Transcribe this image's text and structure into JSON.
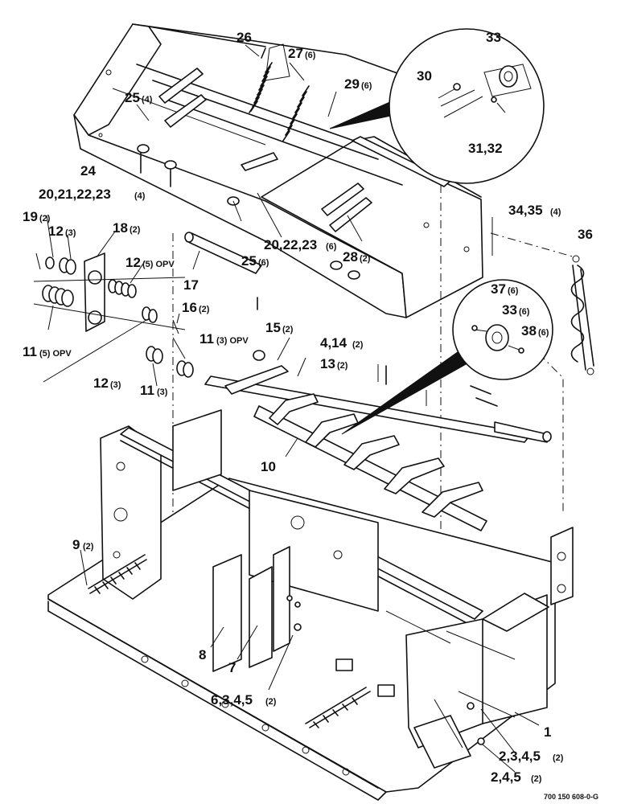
{
  "diagram": {
    "document_code": "700 150 608-0-G",
    "callouts": [
      {
        "id": "c26",
        "label": "26",
        "qty": ""
      },
      {
        "id": "c27",
        "label": "27",
        "qty": "(6)"
      },
      {
        "id": "c29",
        "label": "29",
        "qty": "(6)"
      },
      {
        "id": "c25a",
        "label": "25",
        "qty": "(4)"
      },
      {
        "id": "c24",
        "label": "24",
        "qty": ""
      },
      {
        "id": "c20a",
        "label": "20,21,22,23",
        "qty": "(4)"
      },
      {
        "id": "c19",
        "label": "19",
        "qty": "(2)"
      },
      {
        "id": "c12a",
        "label": "12",
        "qty": "(3)"
      },
      {
        "id": "c18",
        "label": "18",
        "qty": "(2)"
      },
      {
        "id": "c12b",
        "label": "12",
        "qty": "(5) OPV"
      },
      {
        "id": "c17",
        "label": "17",
        "qty": ""
      },
      {
        "id": "c25b",
        "label": "25",
        "qty": "(6)"
      },
      {
        "id": "c20b",
        "label": "20,22,23",
        "qty": "(6)"
      },
      {
        "id": "c28",
        "label": "28",
        "qty": "(2)"
      },
      {
        "id": "c34",
        "label": "34,35",
        "qty": "(4)"
      },
      {
        "id": "c36",
        "label": "36",
        "qty": ""
      },
      {
        "id": "c16",
        "label": "16",
        "qty": "(2)"
      },
      {
        "id": "c11a",
        "label": "11",
        "qty": "(5) OPV"
      },
      {
        "id": "c11b",
        "label": "11",
        "qty": "(3) OPV"
      },
      {
        "id": "c15",
        "label": "15",
        "qty": "(2)"
      },
      {
        "id": "c414",
        "label": "4,14",
        "qty": "(2)"
      },
      {
        "id": "c13",
        "label": "13",
        "qty": "(2)"
      },
      {
        "id": "c12c",
        "label": "12",
        "qty": "(3)"
      },
      {
        "id": "c11c",
        "label": "11",
        "qty": "(3)"
      },
      {
        "id": "c37",
        "label": "37",
        "qty": "(6)"
      },
      {
        "id": "c33b",
        "label": "33",
        "qty": "(6)"
      },
      {
        "id": "c38",
        "label": "38",
        "qty": "(6)"
      },
      {
        "id": "c10",
        "label": "10",
        "qty": ""
      },
      {
        "id": "c9",
        "label": "9",
        "qty": "(2)"
      },
      {
        "id": "c8",
        "label": "8",
        "qty": ""
      },
      {
        "id": "c7",
        "label": "7",
        "qty": ""
      },
      {
        "id": "c6",
        "label": "6,3,4,5",
        "qty": "(2)"
      },
      {
        "id": "c1",
        "label": "1",
        "qty": ""
      },
      {
        "id": "c2345",
        "label": "2,3,4,5",
        "qty": "(2)"
      },
      {
        "id": "c245",
        "label": "2,4,5",
        "qty": "(2)"
      }
    ],
    "detail_top": [
      {
        "id": "d33",
        "label": "33"
      },
      {
        "id": "d30",
        "label": "30"
      },
      {
        "id": "d3132",
        "label": "31,32"
      }
    ]
  }
}
